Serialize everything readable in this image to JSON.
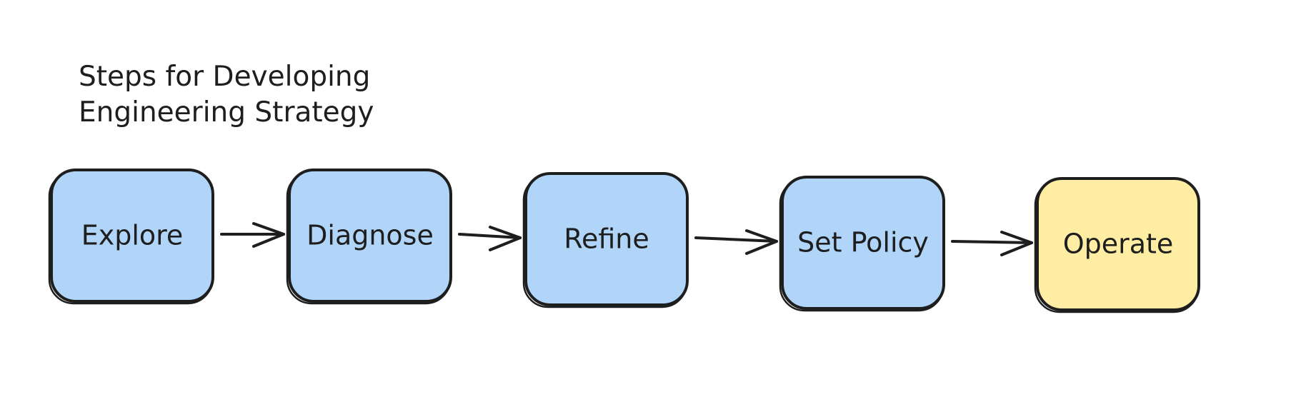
{
  "diagram": {
    "title": {
      "lines": [
        "Steps for Developing",
        "Engineering Strategy"
      ]
    },
    "colors": {
      "step_fill": "#b0d5f9",
      "final_fill": "#feeda3",
      "stroke": "#1e1e1e",
      "background": "#ffffff"
    },
    "nodes": [
      {
        "id": "explore",
        "label": "Explore",
        "kind": "step"
      },
      {
        "id": "diagnose",
        "label": "Diagnose",
        "kind": "step"
      },
      {
        "id": "refine",
        "label": "Refine",
        "kind": "step"
      },
      {
        "id": "set-policy",
        "label": "Set Policy",
        "kind": "step"
      },
      {
        "id": "operate",
        "label": "Operate",
        "kind": "final"
      }
    ],
    "edges": [
      {
        "from": "explore",
        "to": "diagnose"
      },
      {
        "from": "diagnose",
        "to": "refine"
      },
      {
        "from": "refine",
        "to": "set-policy"
      },
      {
        "from": "set-policy",
        "to": "operate"
      }
    ]
  }
}
